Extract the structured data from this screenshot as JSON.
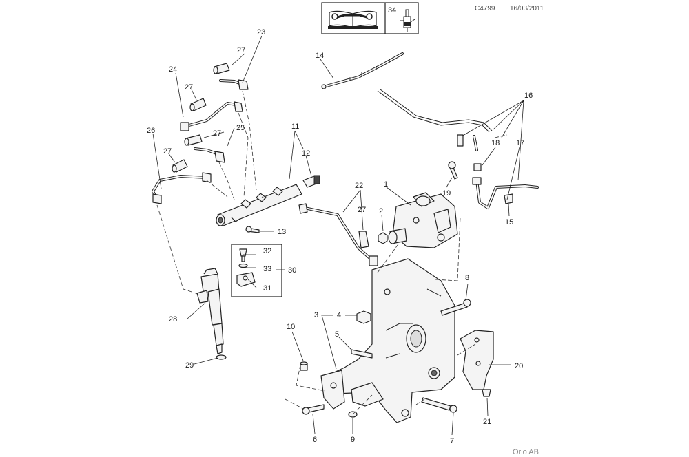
{
  "header": {
    "drawing_code": "C4799",
    "date": "16/03/2011",
    "workshop_manual_icon": "open-book-wrench-icon",
    "tool_ref_number": "34",
    "tool_icon": "special-tool-icon"
  },
  "footer": {
    "brand": "Orio AB"
  },
  "callouts": {
    "c1": "1",
    "c2": "2",
    "c3": "3",
    "c4": "4",
    "c5": "5",
    "c6": "6",
    "c7": "7",
    "c8": "8",
    "c9": "9",
    "c10": "10",
    "c11": "11",
    "c12": "12",
    "c13": "13",
    "c14": "14",
    "c15": "15",
    "c16": "16",
    "c17": "17",
    "c18": "18",
    "c19": "19",
    "c20": "20",
    "c21": "21",
    "c22": "22",
    "c23": "23",
    "c24": "24",
    "c25": "25",
    "c26": "26",
    "c27a": "27",
    "c27b": "27",
    "c27c": "27",
    "c27d": "27",
    "c27e": "27",
    "c28": "28",
    "c29": "29",
    "c30": "30",
    "c31": "31",
    "c32": "32",
    "c33": "33"
  }
}
